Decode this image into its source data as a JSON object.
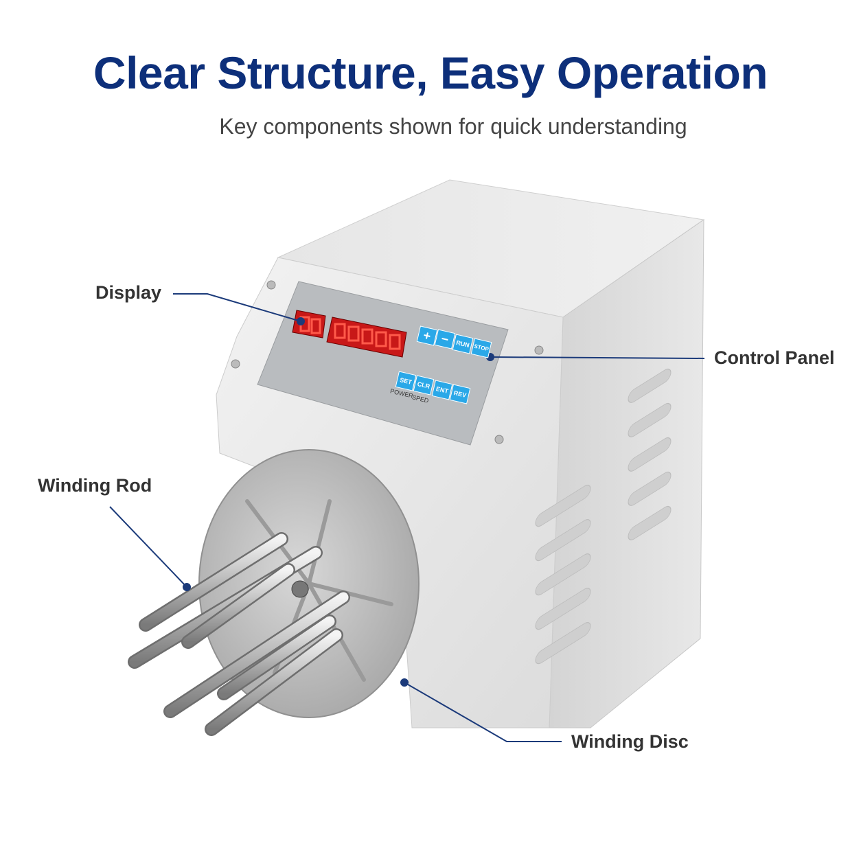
{
  "header": {
    "title": "Clear Structure, Easy Operation",
    "subtitle": "Key components shown for quick understanding"
  },
  "callouts": {
    "display": "Display",
    "control_panel": "Control Panel",
    "winding_rod": "Winding Rod",
    "winding_disc": "Winding Disc"
  },
  "panel": {
    "buttons": {
      "plus": "+",
      "minus": "−",
      "run": "RUN",
      "stop": "STOP",
      "set": "SET",
      "clr": "CLR",
      "ent": "ENT",
      "rev": "REV"
    },
    "bottom_labels": {
      "power": "POWER",
      "speed": "SPED"
    }
  },
  "colors": {
    "title": "#0d2f7a",
    "leader_line": "#1b3a7a",
    "led_red": "#e02020",
    "button_blue": "#2aa8e8",
    "machine_body": "#e6e6e6",
    "panel_gray": "#b9bcbf"
  }
}
